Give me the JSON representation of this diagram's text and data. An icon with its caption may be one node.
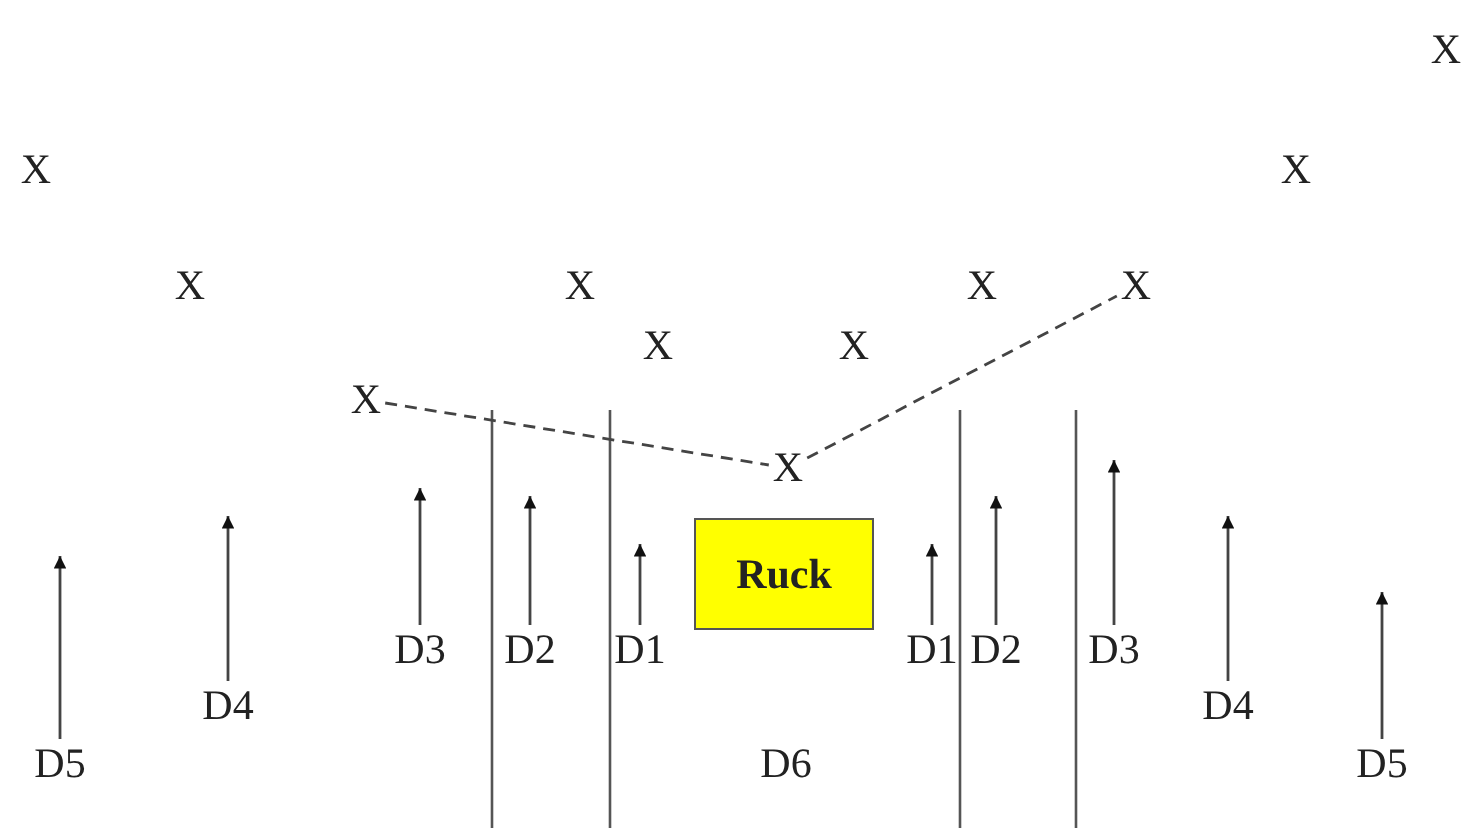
{
  "diagram": {
    "nodes": [
      {
        "text": [
          "X"
        ]
      },
      {
        "text": [
          "X"
        ]
      },
      {
        "text": [
          "X"
        ]
      },
      {
        "text": [
          "Ruck"
        ]
      },
      {
        "text": [
          "D3"
        ]
      },
      {
        "text": [
          "D2"
        ]
      },
      {
        "text": [
          "D1"
        ]
      },
      {
        "text": [
          "D1"
        ]
      },
      {
        "text": [
          "D2"
        ]
      },
      {
        "text": [
          "D3"
        ]
      },
      {
        "text": [
          "D4"
        ]
      },
      {
        "text": [
          "D4"
        ]
      },
      {
        "text": [
          "D5"
        ]
      },
      {
        "text": [
          "D5"
        ]
      }
    ],
    "edges": [
      {
        "from": 1,
        "to": 2,
        "arrow": "none",
        "style": "dashed"
      },
      {
        "from": 2,
        "to": 0,
        "arrow": "none",
        "style": "dashed"
      },
      {
        "from": 4,
        "to": null,
        "arrow": "to"
      },
      {
        "from": 5,
        "to": null,
        "arrow": "to"
      },
      {
        "from": 6,
        "to": null,
        "arrow": "to"
      },
      {
        "from": 7,
        "to": null,
        "arrow": "to"
      },
      {
        "from": 8,
        "to": null,
        "arrow": "to"
      },
      {
        "from": 9,
        "to": null,
        "arrow": "to"
      },
      {
        "from": 10,
        "to": null,
        "arrow": "to"
      },
      {
        "from": 11,
        "to": null,
        "arrow": "to"
      },
      {
        "from": 12,
        "to": null,
        "arrow": "to"
      },
      {
        "from": 13,
        "to": null,
        "arrow": "to"
      }
    ],
    "labels": [
      "X",
      "X",
      "X",
      "X",
      "X",
      "X",
      "X",
      "X",
      "D6"
    ]
  }
}
